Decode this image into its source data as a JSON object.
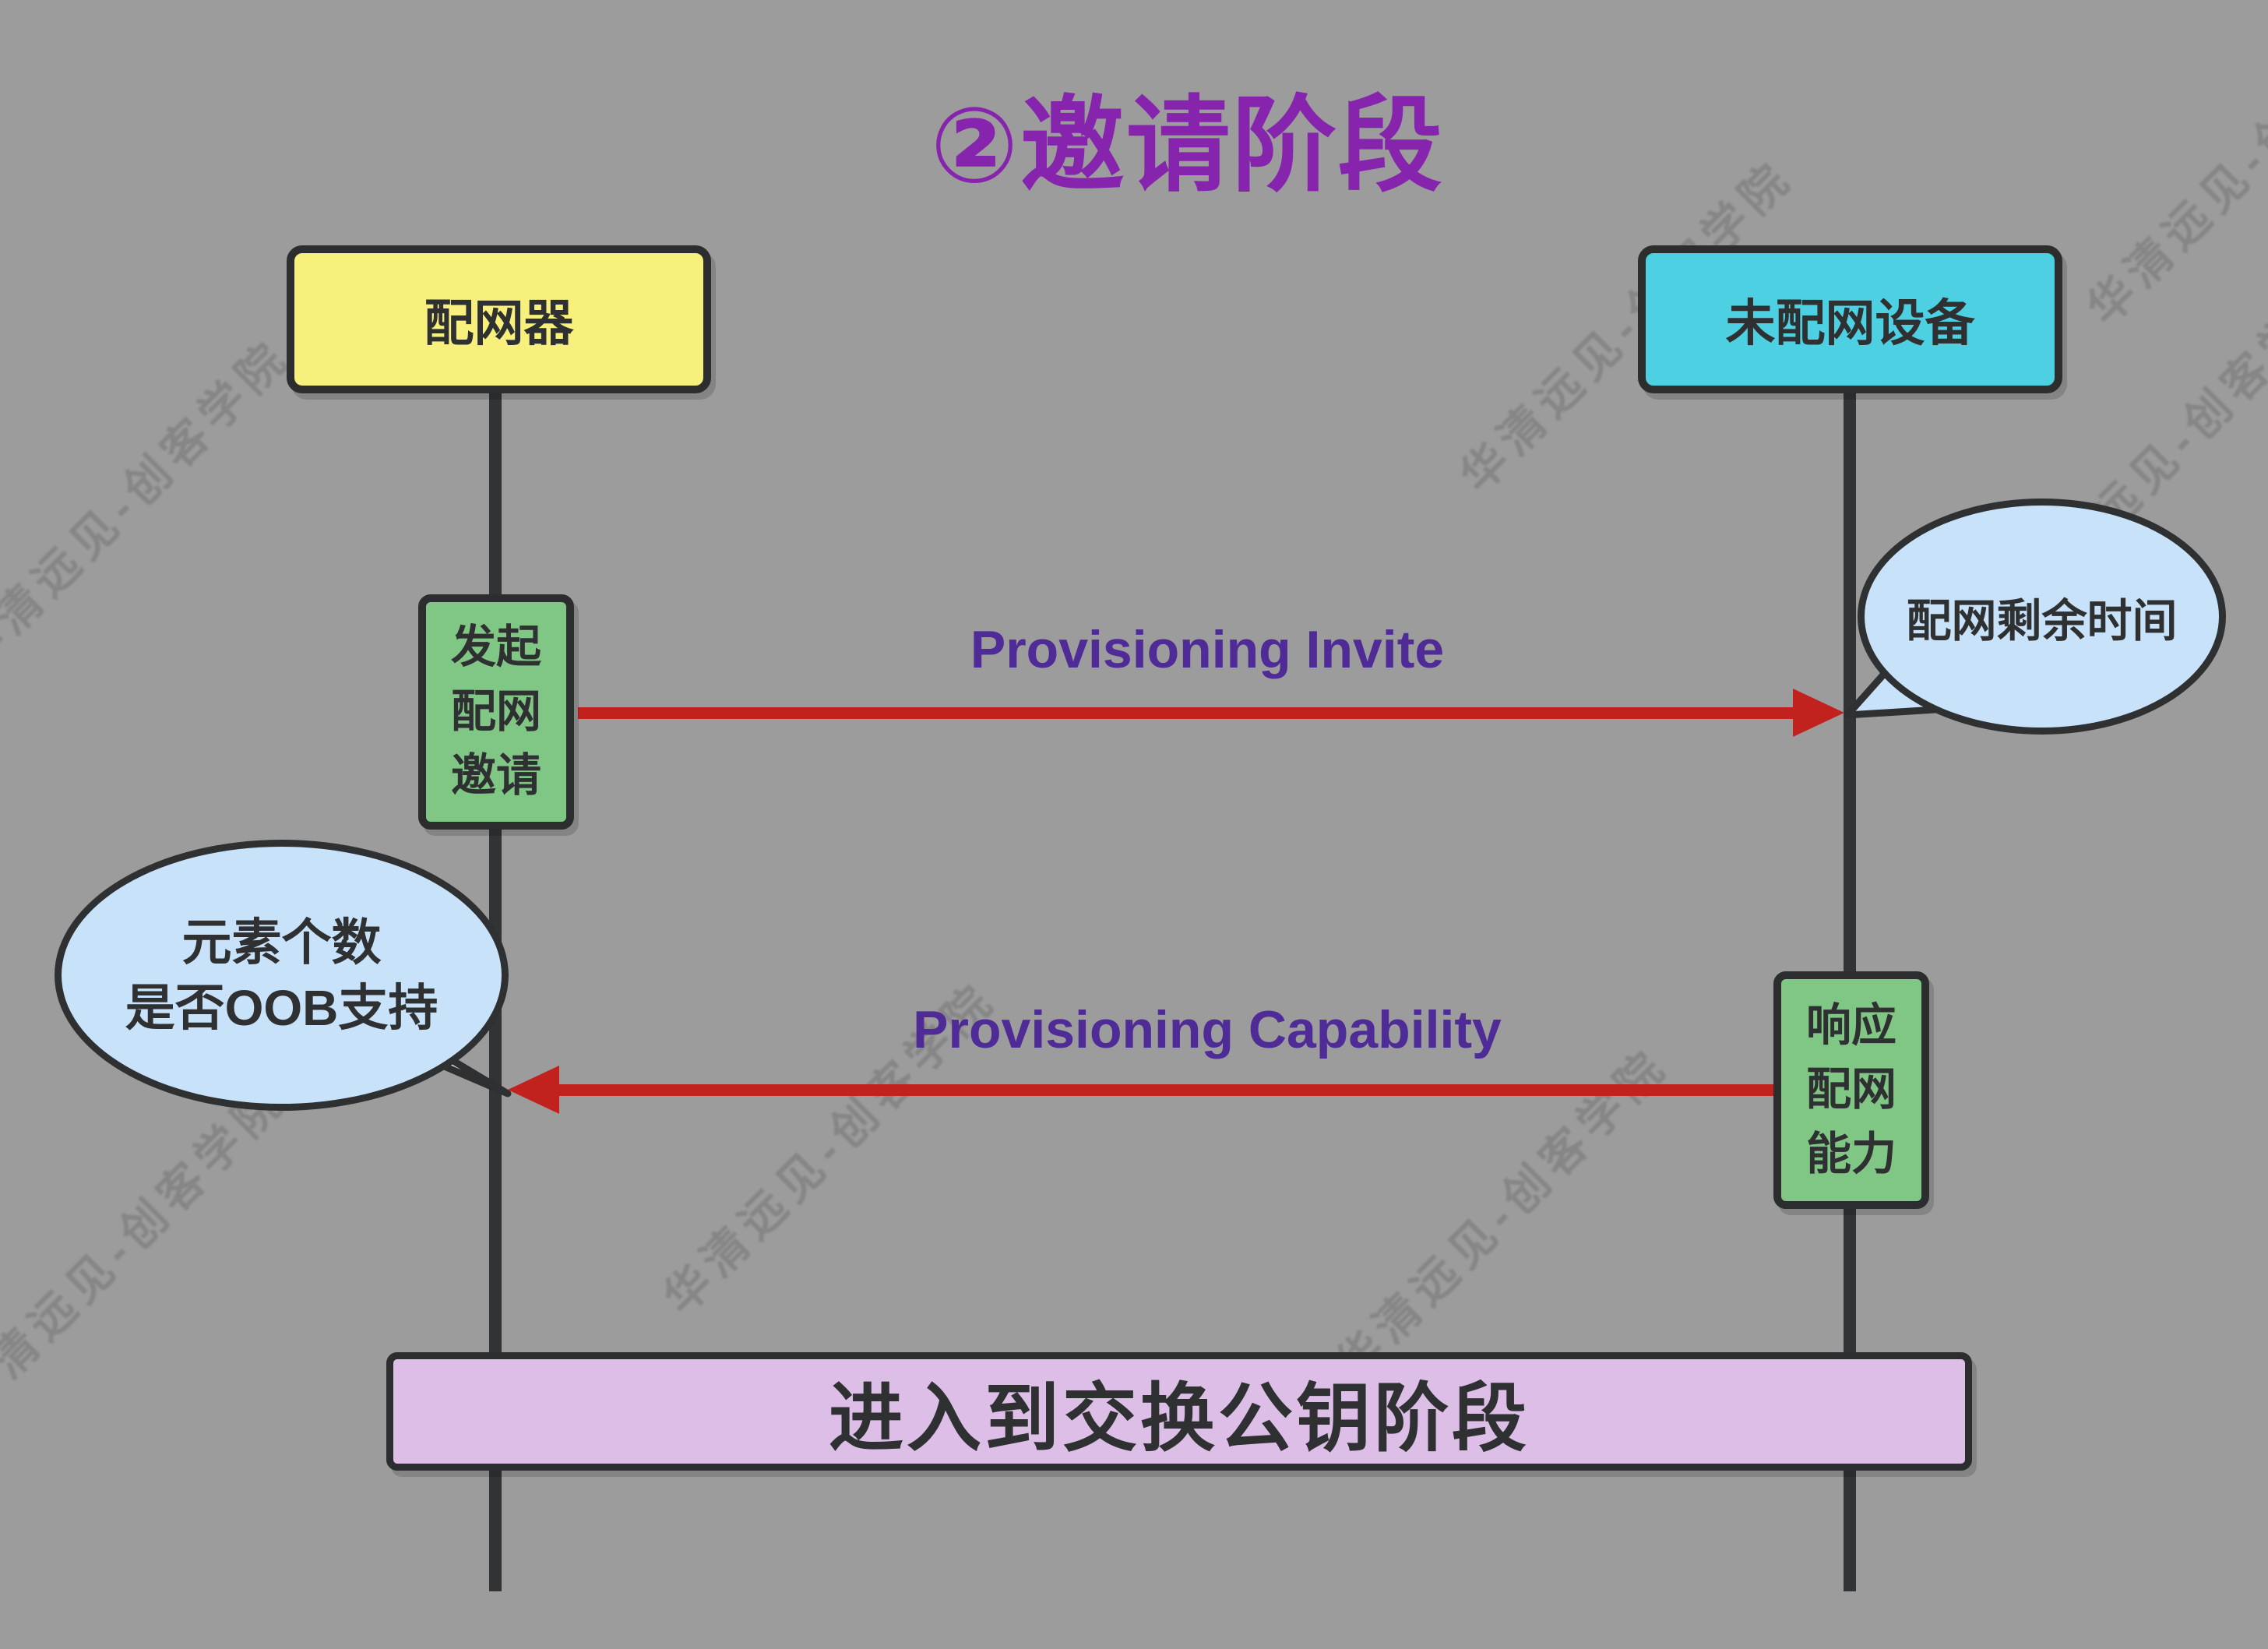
{
  "title": "②邀请阶段",
  "colors": {
    "background": "#9C9C9C",
    "stroke_dark": "#2B2D2F",
    "title_purple": "#8724AE",
    "message_label_purple": "#4E2B96",
    "arrow_red": "#C2221E",
    "provisioner_fill_yellow": "#F8F07D",
    "device_fill_cyan": "#4DD1E2",
    "activation_fill_green": "#80C684",
    "callout_fill_blue": "#C8E3F9",
    "footer_fill_pink": "#DCBEE7"
  },
  "actors": [
    {
      "id": "provisioner",
      "label": "配网器"
    },
    {
      "id": "unprovisioned-device",
      "label": "未配网设备"
    }
  ],
  "activations": [
    {
      "id": "send-invite",
      "lines": [
        "发起",
        "配网",
        "邀请"
      ]
    },
    {
      "id": "respond-capability",
      "lines": [
        "响应",
        "配网",
        "能力"
      ]
    }
  ],
  "messages": [
    {
      "id": "provisioning-invite",
      "label": "Provisioning Invite",
      "direction": "left-to-right"
    },
    {
      "id": "provisioning-capability",
      "label": "Provisioning Capability",
      "direction": "right-to-left"
    }
  ],
  "callouts": [
    {
      "id": "remaining-time",
      "lines": [
        "配网剩余时间"
      ]
    },
    {
      "id": "element-count-oob",
      "lines": [
        "元素个数",
        "是否OOB支持"
      ]
    }
  ],
  "footer": {
    "label": "进入到交换公钥阶段"
  },
  "watermark": {
    "text": "华清远见-创客学院"
  }
}
